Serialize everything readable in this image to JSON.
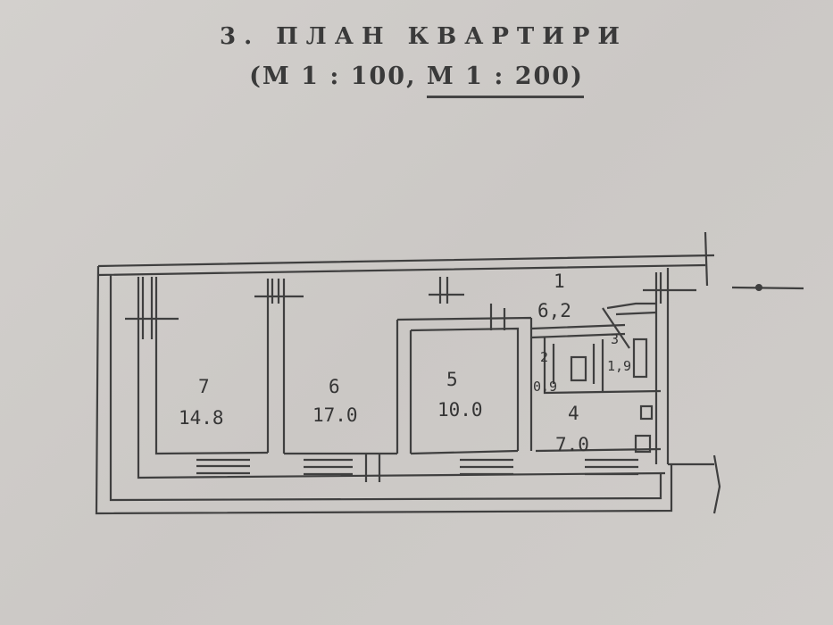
{
  "header": {
    "title": "3. ПЛАН КВАРТИРИ",
    "scale_prefix": "(М 1 : 100,",
    "scale_underlined": "М 1 : 200)"
  },
  "rooms": [
    {
      "number": "7",
      "area": "14.8"
    },
    {
      "number": "6",
      "area": "17.0"
    },
    {
      "number": "5",
      "area": "10.0"
    },
    {
      "number": "1",
      "area": "6,2"
    },
    {
      "number": "2",
      "area": "0,9"
    },
    {
      "number": "3",
      "area": "1,9"
    },
    {
      "number": "4",
      "area": "7.0"
    }
  ]
}
